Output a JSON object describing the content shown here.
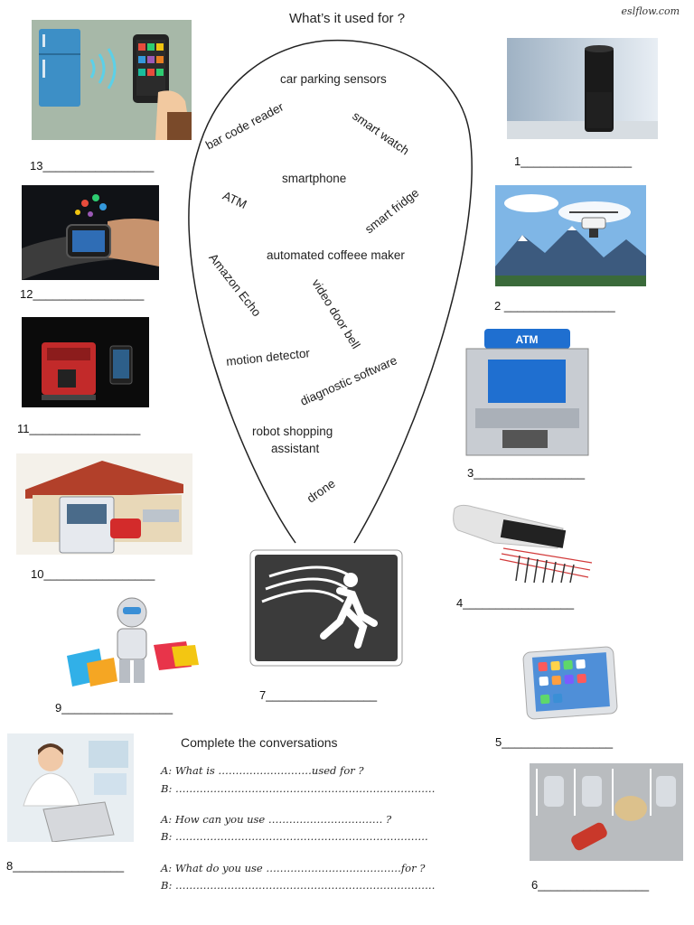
{
  "header": {
    "title": "What’s it used for ?",
    "brand": "eslflow.com"
  },
  "words": {
    "car_parking_sensors": "car parking sensors",
    "bar_code_reader": "bar code  reader",
    "smart_watch": "smart watch",
    "smartphone": "smartphone",
    "atm": "ATM",
    "smart_fridge": "smart fridge",
    "automated_coffee_maker": "automated coffeee maker",
    "amazon_echo": "Amazon Echo",
    "video_door_bell": "video door bell",
    "motion_detector": "motion detector",
    "diagnostic_software": "diagnostic software",
    "robot_line1": "robot shopping",
    "robot_line2": "assistant",
    "drone": "drone"
  },
  "labels": {
    "n1": "1_________________",
    "n2": "2 _________________",
    "n3": "3_________________",
    "n4": "4_________________",
    "n5": "5_________________",
    "n6": "6_________________",
    "n7": "7_________________",
    "n8": "8_________________",
    "n9": "9_________________",
    "n10": "10_________________",
    "n11": "11_________________",
    "n12": "12_________________",
    "n13": "13_________________"
  },
  "conversation": {
    "title": "Complete the conversations",
    "a1": "A: What is ………………………used for ?",
    "b1": "B: …………………………………………………………………",
    "a2": "A: How can you use …………………………… ?",
    "b2": "B: ……………………………………………………………….",
    "a3": "A: What  do you use …………………………………for ?",
    "b3": "B: …………………………………………………………………"
  },
  "colors": {
    "sign_bg": "#3b3b3b",
    "atm_screen": "#1f6fd0",
    "sky": "#7fb6e6"
  }
}
